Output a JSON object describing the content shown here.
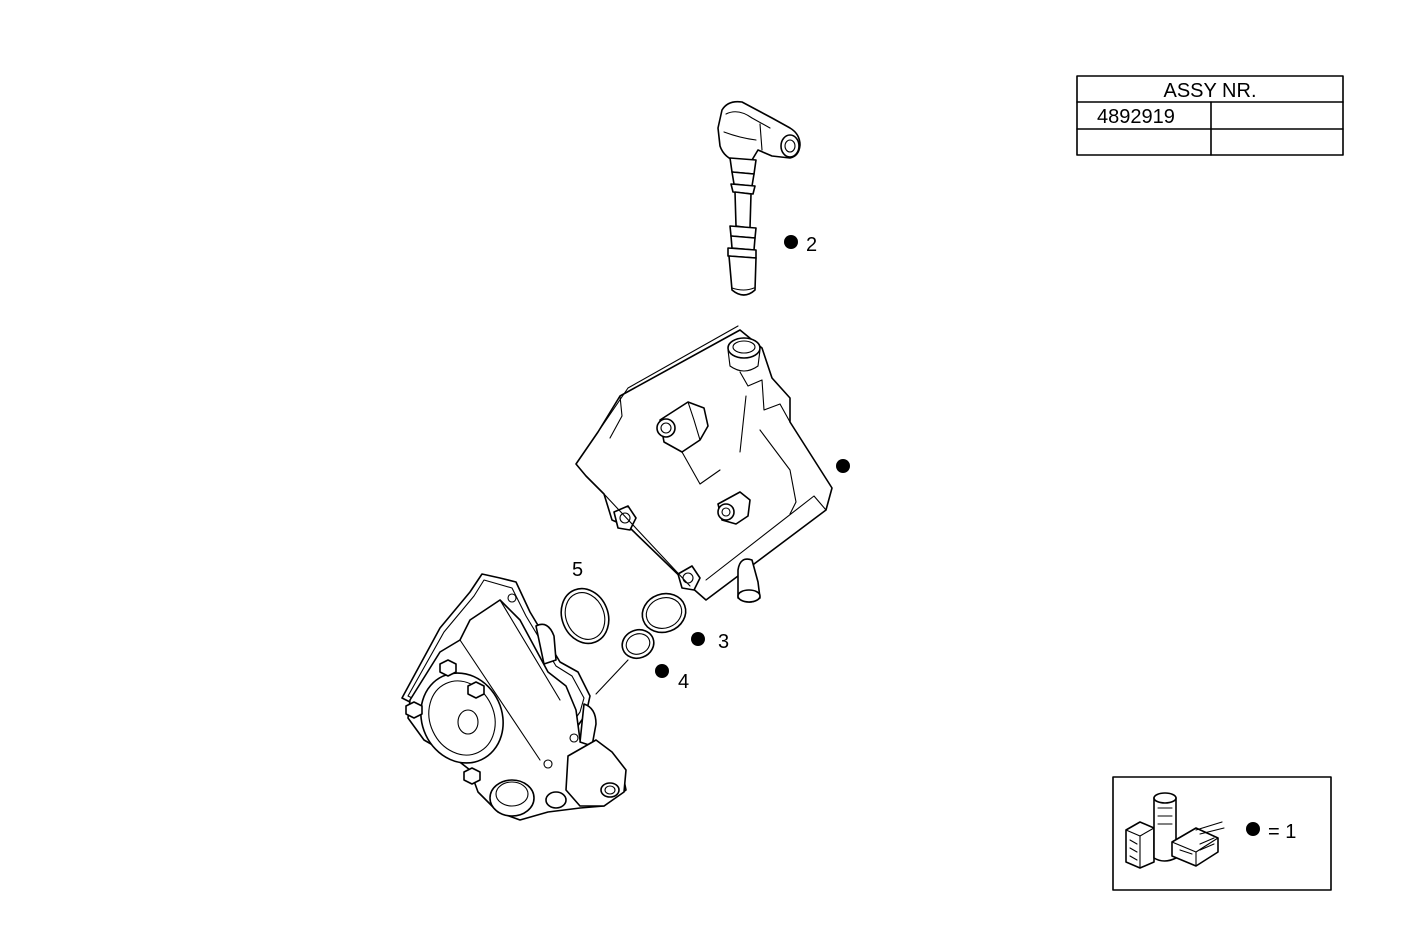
{
  "assy_table": {
    "header": "ASSY NR.",
    "rows": [
      [
        "4892919",
        ""
      ],
      [
        "",
        ""
      ]
    ]
  },
  "callouts": {
    "ignition_coil": "2",
    "seal_large": "3",
    "seal_small": "4",
    "gasket": "5"
  },
  "legend": {
    "text": "= 1"
  },
  "colors": {
    "line": "#000000",
    "background": "#ffffff"
  }
}
